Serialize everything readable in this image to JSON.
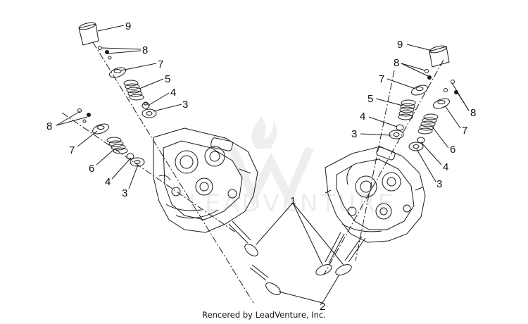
{
  "diagram": {
    "callouts": {
      "c1": "1",
      "c2": "2",
      "c3_left_a": "3",
      "c4_left_a": "4",
      "c5_left": "5",
      "c7_left_a": "7",
      "c8_left_a": "8",
      "c9_left": "9",
      "c3_left_b": "3",
      "c4_left_b": "4",
      "c6_left": "6",
      "c7_left_b": "7",
      "c8_left_b": "8",
      "c9_right": "9",
      "c8_right_a": "8",
      "c7_right_a": "7",
      "c5_right": "5",
      "c4_right_a": "4",
      "c3_right_a": "3",
      "c8_right_b": "8",
      "c7_right_b": "7",
      "c6_right": "6",
      "c4_right_b": "4",
      "c3_right_b": "3"
    },
    "watermark_text": "LEADVENTURE",
    "credit": "Rencered by LeadVenture, Inc."
  },
  "colors": {
    "line": "#1a1a1a",
    "watermark": "#ececec",
    "background": "#ffffff"
  }
}
